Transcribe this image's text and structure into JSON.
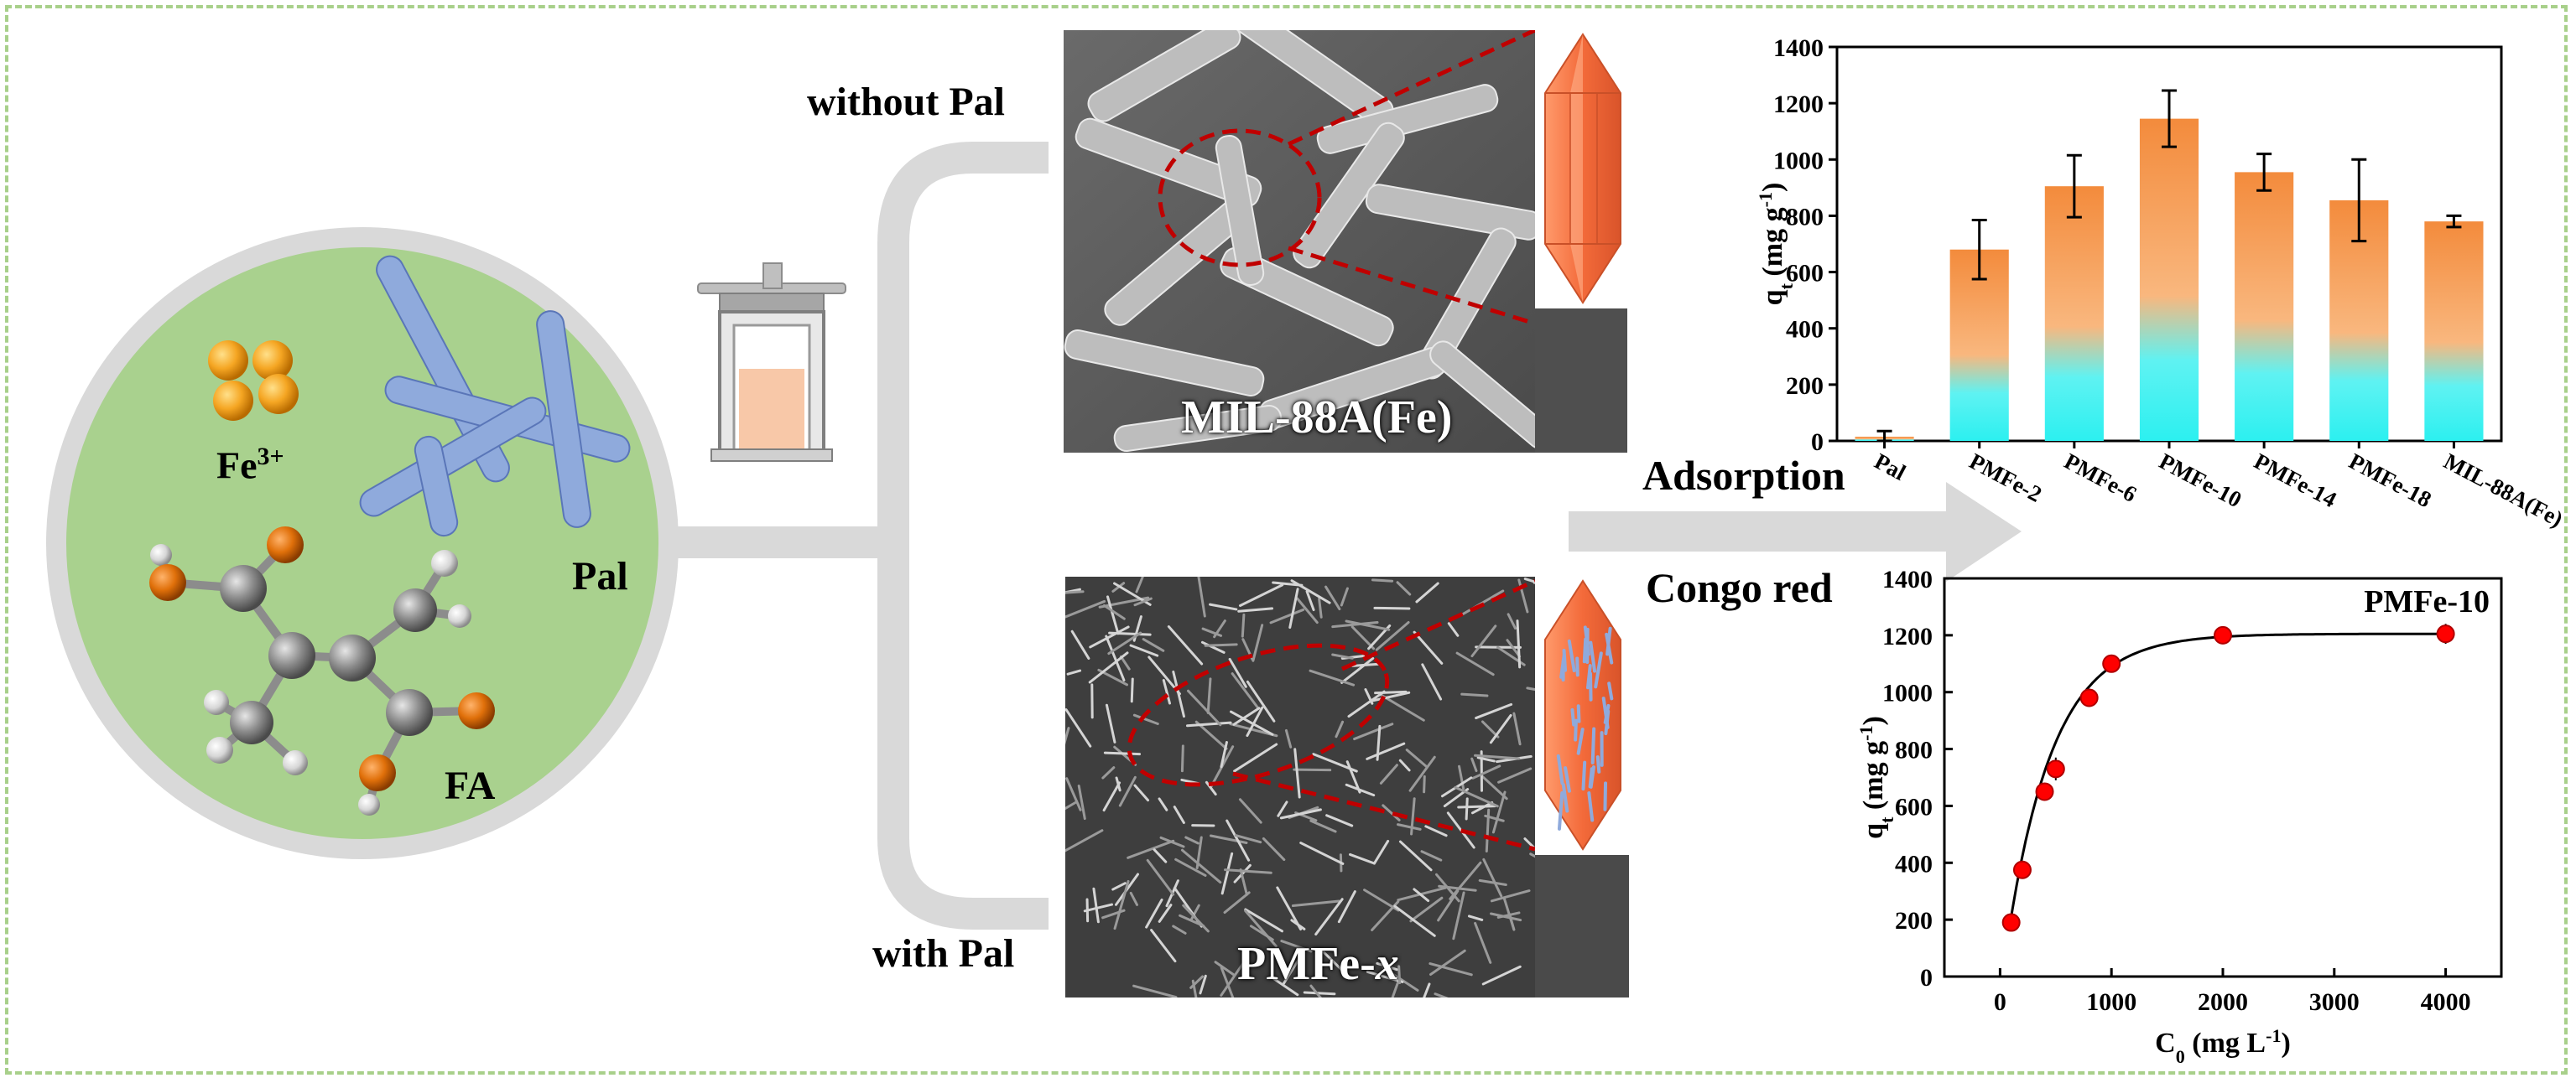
{
  "labels": {
    "fe": "Fe",
    "fe_sup": "3+",
    "pal": "Pal",
    "fa": "FA",
    "without_pal": "without Pal",
    "with_pal": "with Pal",
    "adsorption": "Adsorption",
    "congo_red": "Congo red",
    "sem_top": "MIL-88A(Fe)",
    "sem_bottom_prefix": "PMFe-",
    "sem_bottom_italic": "x"
  },
  "colors": {
    "circle_fill": "#a9d18e",
    "circle_ring": "#d9d9d9",
    "rod": "#8faadc",
    "crystal": "#f4845f",
    "bar_top": "#f38b3c",
    "bar_bottom": "#2cf0f0",
    "dash_line": "#c00000",
    "marker": "#ff0000",
    "frame": "#a8d08a"
  },
  "icons": [
    "fe-ion-spheres",
    "pal-rods",
    "fumaric-acid-molecule",
    "autoclave-icon",
    "bracket-arrow",
    "adsorption-arrow",
    "crystal-icon",
    "crystal-with-pal-icon"
  ],
  "chart_data": [
    {
      "type": "bar",
      "categories": [
        "Pal",
        "PMFe-2",
        "PMFe-6",
        "PMFe-10",
        "PMFe-14",
        "PMFe-18",
        "MIL-88A(Fe)"
      ],
      "values": [
        15,
        680,
        905,
        1145,
        955,
        855,
        780
      ],
      "errors": [
        20,
        105,
        110,
        100,
        65,
        145,
        20
      ],
      "ylabel": "q",
      "ylabel_sub": "t",
      "ylabel_unit": " (mg g",
      "ylabel_sup": "-1",
      "ylabel_close": ")",
      "ylim": [
        0,
        1400
      ],
      "yticks": [
        0,
        200,
        400,
        600,
        800,
        1000,
        1200,
        1400
      ],
      "grid": false
    },
    {
      "type": "scatter",
      "annotation": "PMFe-10",
      "x": [
        100,
        200,
        400,
        500,
        800,
        1000,
        2000,
        4000
      ],
      "y": [
        190,
        375,
        650,
        730,
        980,
        1100,
        1200,
        1205
      ],
      "errors": [
        10,
        15,
        15,
        40,
        20,
        15,
        30,
        35
      ],
      "fit_curve": true,
      "xlabel": "C",
      "xlabel_sub": "0",
      "xlabel_unit": " (mg L",
      "xlabel_sup": "-1",
      "xlabel_close": ")",
      "ylabel": "q",
      "ylabel_sub": "t",
      "ylabel_unit": " (mg g",
      "ylabel_sup": "-1",
      "ylabel_close": ")",
      "xlim": [
        -500,
        4500
      ],
      "ylim": [
        0,
        1400
      ],
      "xticks": [
        0,
        1000,
        2000,
        3000,
        4000
      ],
      "yticks": [
        0,
        200,
        400,
        600,
        800,
        1000,
        1200,
        1400
      ],
      "grid": false
    }
  ]
}
